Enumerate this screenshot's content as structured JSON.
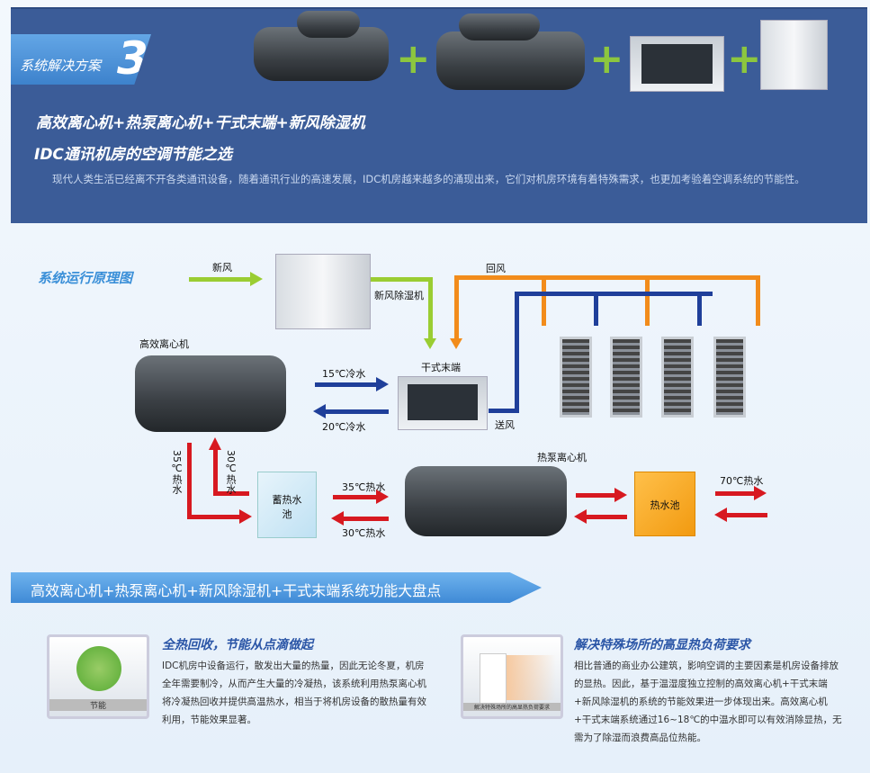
{
  "banner": {
    "tag_text": "系统解决方案",
    "tag_number": "3",
    "title": "高效离心机+热泵离心机+干式末端+新风除湿机",
    "subtitle": "IDC通讯机房的空调节能之选",
    "paragraph": "现代人类生活已经离不开各类通讯设备，随着通讯行业的高速发展，IDC机房越来越多的涌现出来，它们对机房环境有着特殊需求，也更加考验着空调系统的节能性。",
    "plus": "+"
  },
  "diagram": {
    "title": "系统运行原理图",
    "labels": {
      "fresh_air": "新风",
      "fresh_dehumidifier": "新风除湿机",
      "return_air": "回风",
      "chiller": "高效离心机",
      "dry_terminal": "干式末端",
      "cold_15": "15℃冷水",
      "cold_20": "20℃冷水",
      "supply_air": "送风",
      "hot_35_v": "35℃热水",
      "hot_30_v": "30℃热水",
      "storage_pool": "蓄热水池",
      "hot_35": "35℃热水",
      "hot_30": "30℃热水",
      "heat_pump": "热泵离心机",
      "hot_pool": "热水池",
      "hot_70": "70℃热水"
    }
  },
  "section": {
    "title": "高效离心机+热泵离心机+新风除湿机+干式末端系统功能大盘点"
  },
  "features": [
    {
      "title": "全热回收，节能从点滴做起",
      "image_caption": "节能",
      "text": "IDC机房中设备运行，散发出大量的热量，因此无论冬夏，机房全年需要制冷，从而产生大量的冷凝热，该系统利用热泵离心机将冷凝热回收并提供高温热水，相当于将机房设备的散热量有效利用，节能效果显著。"
    },
    {
      "title": "解决特殊场所的高显热负荷要求",
      "image_caption": "解决特殊场所的高显热负荷要求",
      "text": "相比普通的商业办公建筑，影响空调的主要因素是机房设备排放的显热。因此，基于温湿度独立控制的高效离心机+干式末端+新风除湿机的系统的节能效果进一步体现出来。高效离心机+干式末端系统通过16~18℃的中温水即可以有效消除显热，无需为了除湿而浪费高品位热能。"
    }
  ]
}
